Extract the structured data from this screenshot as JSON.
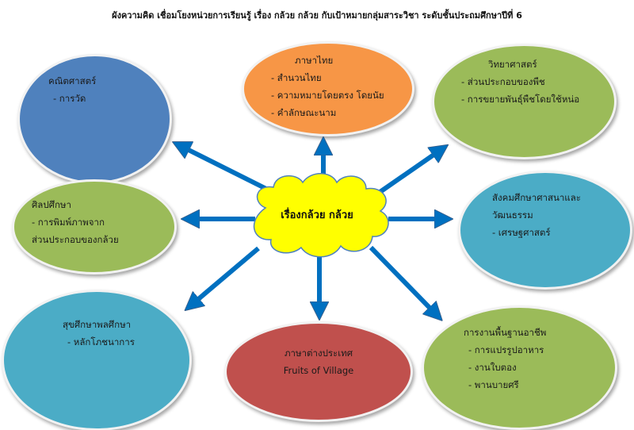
{
  "title": "ผังความคิด เชื่อมโยงหน่วยการเรียนรู้ เรื่อง กล้วย กล้วย กับเป้าหมายกลุ่มสาระวิชา ระดับชั้นประถมศึกษาปีที่ 6",
  "center": "เรื่องกล้วย กล้วย",
  "colors": {
    "blue": "#4f81bd",
    "orange": "#f79646",
    "green": "#9bbb59",
    "teal": "#4bacc6",
    "red": "#c0504d",
    "cloud": "#ffff00",
    "arrow": "#0070c0"
  },
  "nodes": {
    "math": {
      "heading": "คณิตศาสตร์",
      "items": [
        "- การวัด"
      ]
    },
    "thai": {
      "heading": "ภาษาไทย",
      "items": [
        "- สำนวนไทย",
        "- ความหมายโดยตรง โดยนัย",
        "- คำลักษณะนาม"
      ]
    },
    "science": {
      "heading": "วิทยาศาสตร์",
      "items": [
        "- ส่วนประกอบของพืช",
        "- การขยายพันธุ์พืชโดยใช้หน่อ"
      ]
    },
    "art": {
      "heading": "ศิลปศึกษา",
      "items": [
        "- การพิมพ์ภาพจาก",
        "ส่วนประกอบของกล้วย"
      ]
    },
    "social": {
      "heading": "สังคมศึกษาศาสนาและ",
      "items": [
        "วัฒนธรรม",
        "- เศรษฐศาสตร์"
      ]
    },
    "health": {
      "heading": "สุขศึกษาพลศึกษา",
      "items": [
        "- หลักโภชนาการ"
      ]
    },
    "foreign": {
      "heading": "ภาษาต่างประเทศ",
      "items": [
        "Fruits  of  Village"
      ]
    },
    "career": {
      "heading": "การงานพื้นฐานอาชีพ",
      "items": [
        "- การแปรรูปอาหาร",
        "- งานใบตอง",
        "- พานบายศรี"
      ]
    }
  }
}
